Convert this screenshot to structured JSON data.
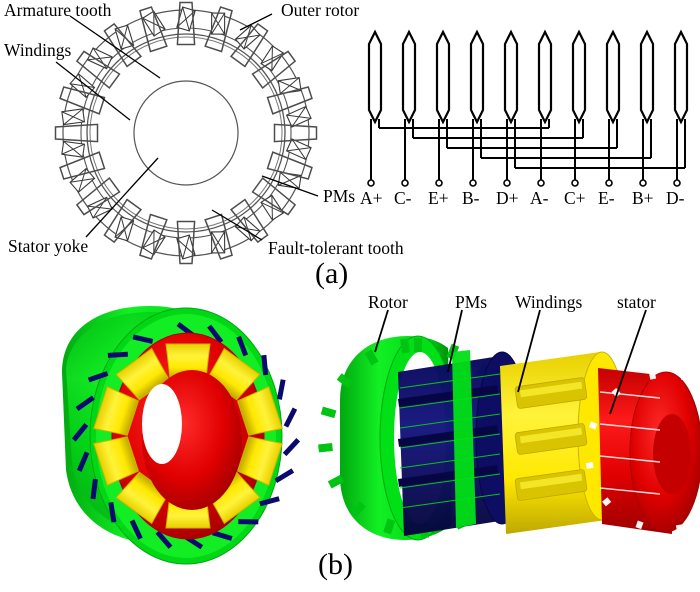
{
  "figure": {
    "caption_a": "(a)",
    "caption_b": "(b)"
  },
  "panel_a": {
    "cross_section_labels": {
      "armature_tooth": "Armature tooth",
      "windings": "Windings",
      "stator_yoke": "Stator yoke",
      "outer_rotor": "Outer rotor",
      "pms": "PMs",
      "fault_tolerant_tooth": "Fault-tolerant tooth"
    },
    "winding_diagram": {
      "coil_count": 10,
      "terminals": [
        "A+",
        "C-",
        "E+",
        "B-",
        "D+",
        "A-",
        "C+",
        "E-",
        "B+",
        "D-"
      ],
      "phases": [
        "A",
        "B",
        "C",
        "D",
        "E"
      ]
    },
    "geometry": {
      "stator_slots": 20,
      "rotor_pm_count": 22
    }
  },
  "panel_b": {
    "exploded_labels": {
      "rotor": "Rotor",
      "pms": "PMs",
      "windings": "Windings",
      "stator": "stator"
    }
  },
  "colors": {
    "rotor_green": "#00d715",
    "rotor_green_dark": "#00a810",
    "pm_navy": "#0a0a6e",
    "pm_navy_dark": "#060645",
    "winding_yellow": "#ffe800",
    "winding_yellow_dark": "#c8b400",
    "stator_red": "#e60000",
    "stator_red_dark": "#a80000",
    "line_black": "#000000",
    "outline_gray": "#555555"
  }
}
